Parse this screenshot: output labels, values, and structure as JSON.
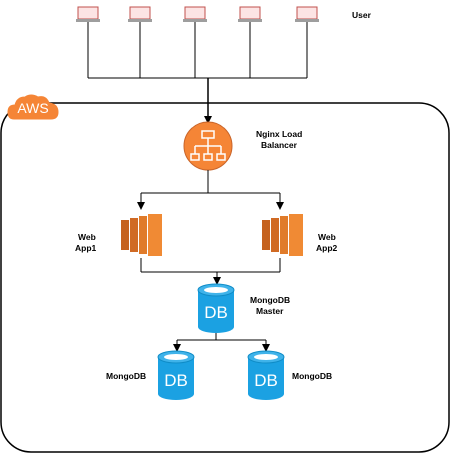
{
  "labels": {
    "user": "User",
    "aws": "AWS",
    "lb_line1": "Nginx Load",
    "lb_line2": "Balancer",
    "web1_line1": "Web",
    "web1_line2": "App1",
    "web2_line1": "Web",
    "web2_line2": "App2",
    "master_line1": "MongoDB",
    "master_line2": "Master",
    "replica1": "MongoDB",
    "replica2": "MongoDB",
    "db_text": "DB"
  },
  "colors": {
    "line": "#000000",
    "laptop_screen_border": "#c0504d",
    "laptop_screen_fill": "#fce4e4",
    "laptop_base": "#9e9e9e",
    "aws_orange": "#f58536",
    "nginx_orange": "#f58536",
    "ec2_orange": "#e07b2a",
    "ec2_dark": "#c5621f",
    "db_blue": "#1ba1e2",
    "db_blue_dark": "#0f8cc7"
  },
  "icons": {
    "user": "laptop-icon",
    "load_balancer": "nginx-load-balancer-icon",
    "web_app": "ec2-instance-icon",
    "database": "database-icon",
    "cloud": "aws-cloud-icon"
  }
}
